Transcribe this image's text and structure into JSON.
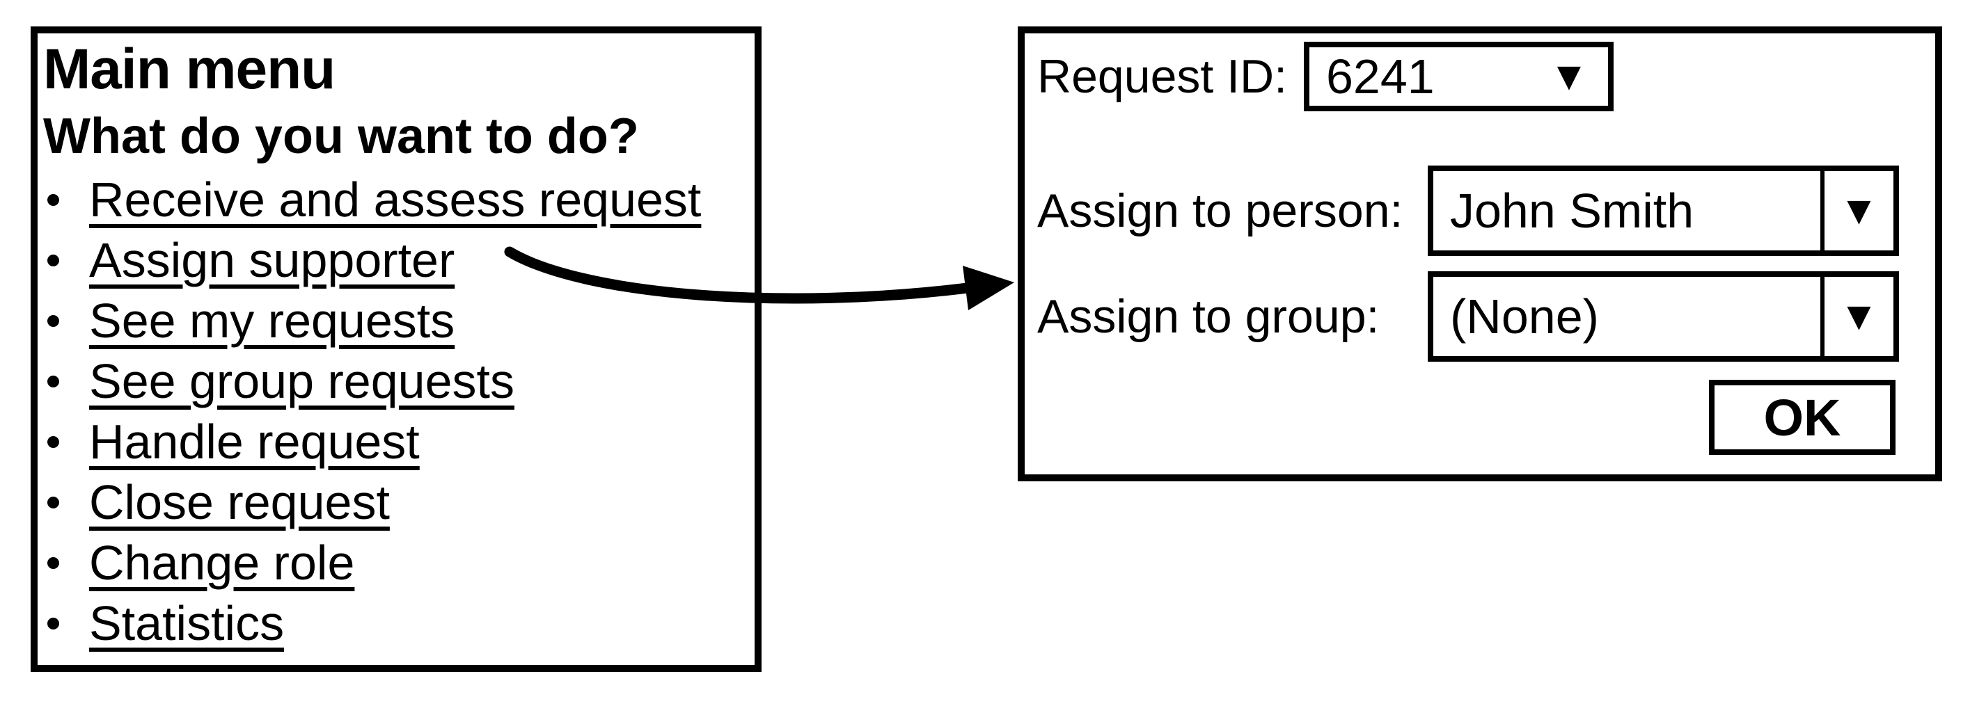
{
  "colors": {
    "ink": "#000000",
    "paper": "#ffffff"
  },
  "icons": {
    "bullet": "•",
    "dropdown_arrow": "▼"
  },
  "menu": {
    "title": "Main menu",
    "subtitle": "What do you want to do?",
    "items": [
      {
        "label": "Receive and assess request"
      },
      {
        "label": "Assign supporter"
      },
      {
        "label": "See my requests"
      },
      {
        "label": "See group requests"
      },
      {
        "label": "Handle request"
      },
      {
        "label": "Close request"
      },
      {
        "label": "Change role"
      },
      {
        "label": "Statistics"
      }
    ]
  },
  "dialog": {
    "request_id": {
      "label": "Request ID:",
      "value": "6241"
    },
    "assign_person": {
      "label": "Assign to person:",
      "value": "John Smith"
    },
    "assign_group": {
      "label": "Assign to group:",
      "value": "(None)"
    },
    "ok_label": "OK"
  }
}
